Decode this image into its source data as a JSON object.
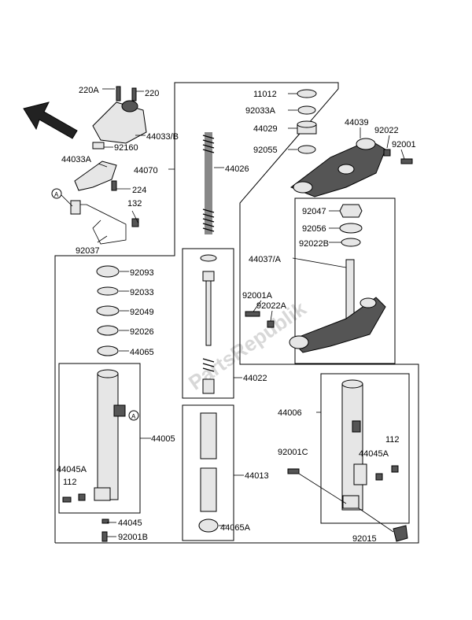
{
  "watermark": "PartsRepublik",
  "labels": {
    "l220A": "220A",
    "l220": "220",
    "l44033B": "44033/B",
    "l92160": "92160",
    "l44033A": "44033A",
    "l224": "224",
    "l132": "132",
    "l92037": "92037",
    "l44070": "44070",
    "l44026": "44026",
    "l11012": "11012",
    "l92033A": "92033A",
    "l44029": "44029",
    "l92055": "92055",
    "l44039": "44039",
    "l92022": "92022",
    "l92001": "92001",
    "l92047": "92047",
    "l92056": "92056",
    "l92022B": "92022B",
    "l44037A": "44037/A",
    "l92001A": "92001A",
    "l92022A": "92022A",
    "l92093": "92093",
    "l92033": "92033",
    "l92049": "92049",
    "l92026": "92026",
    "l44065": "44065",
    "l44022": "44022",
    "l44005": "44005",
    "l44045A_left": "44045A",
    "l112_left": "112",
    "l44045": "44045",
    "l92001B": "92001B",
    "l44013": "44013",
    "l44065A": "44065A",
    "l44006": "44006",
    "l112_right": "112",
    "l44045A_right": "44045A",
    "l92001C": "92001C",
    "l92015": "92015",
    "callout_a": "A"
  }
}
